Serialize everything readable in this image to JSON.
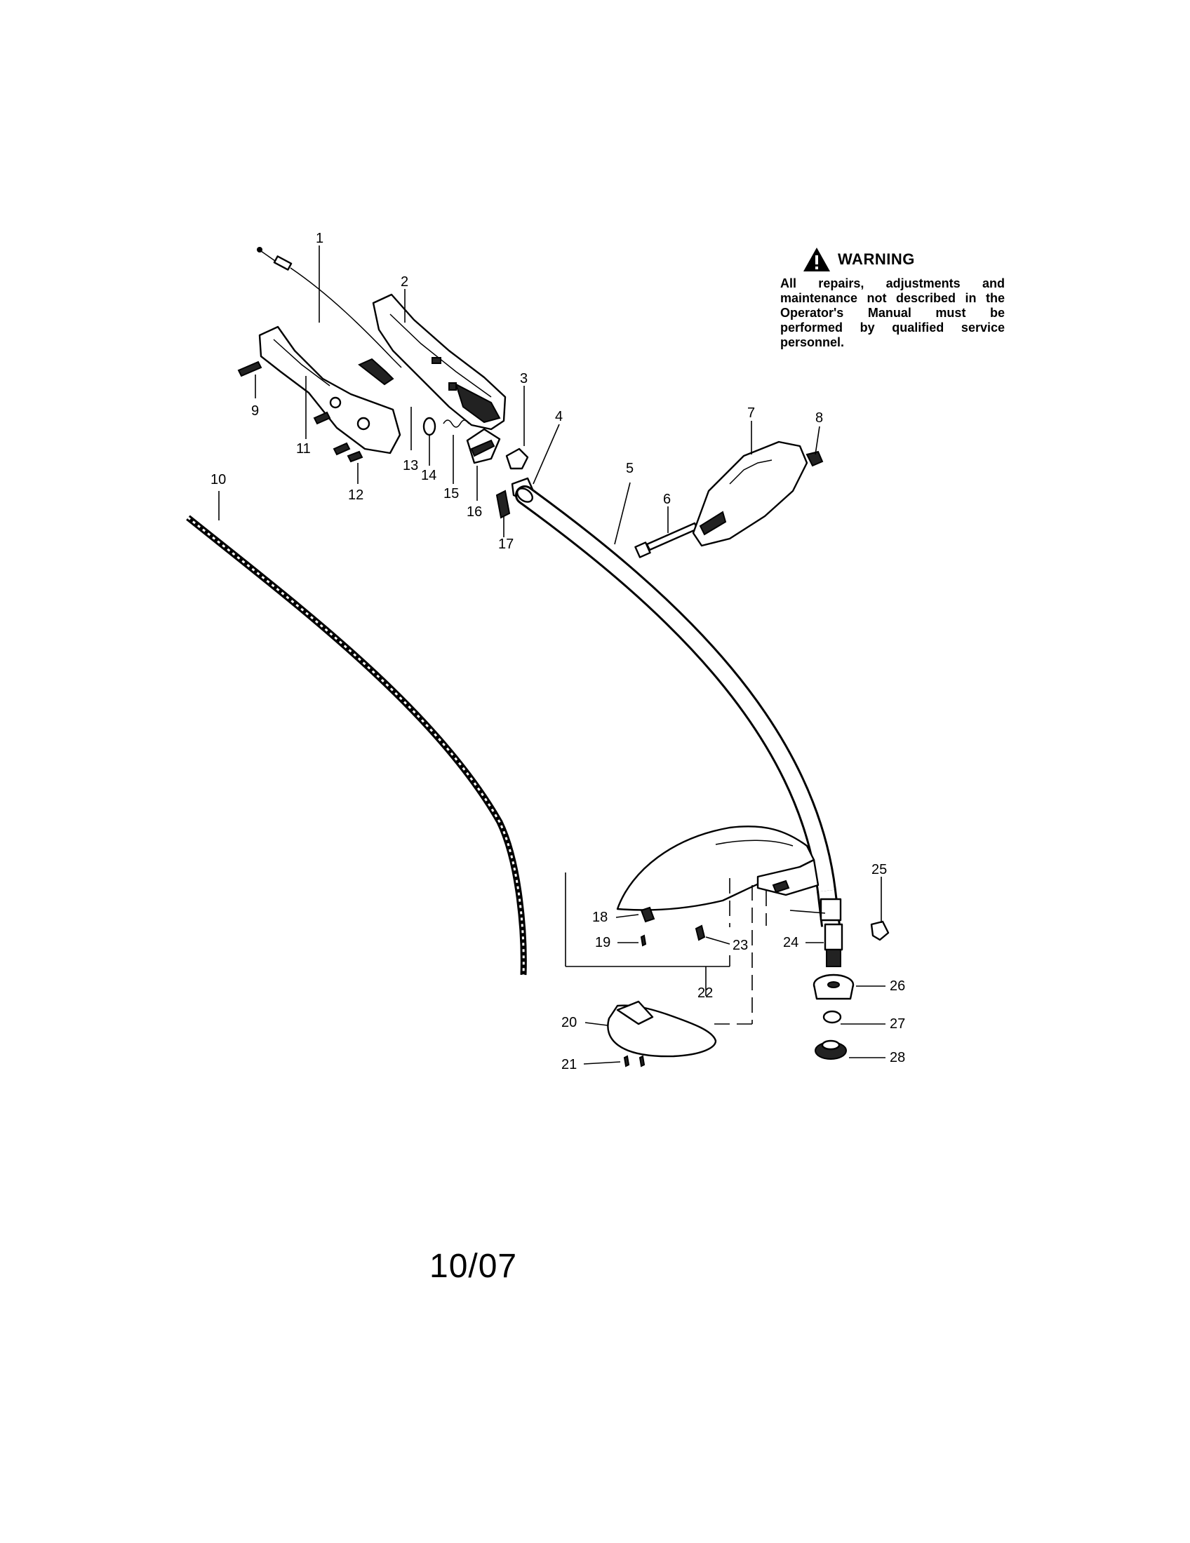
{
  "warning": {
    "title": "WARNING",
    "text": "All repairs, adjustments and maintenance not described in the Operator's Manual must be performed by qualified service personnel."
  },
  "date_code": "10/07",
  "callouts": [
    "1",
    "2",
    "3",
    "4",
    "5",
    "6",
    "7",
    "8",
    "9",
    "10",
    "11",
    "12",
    "13",
    "14",
    "15",
    "16",
    "17",
    "18",
    "19",
    "20",
    "21",
    "22",
    "23",
    "24",
    "25",
    "26",
    "27",
    "28"
  ]
}
